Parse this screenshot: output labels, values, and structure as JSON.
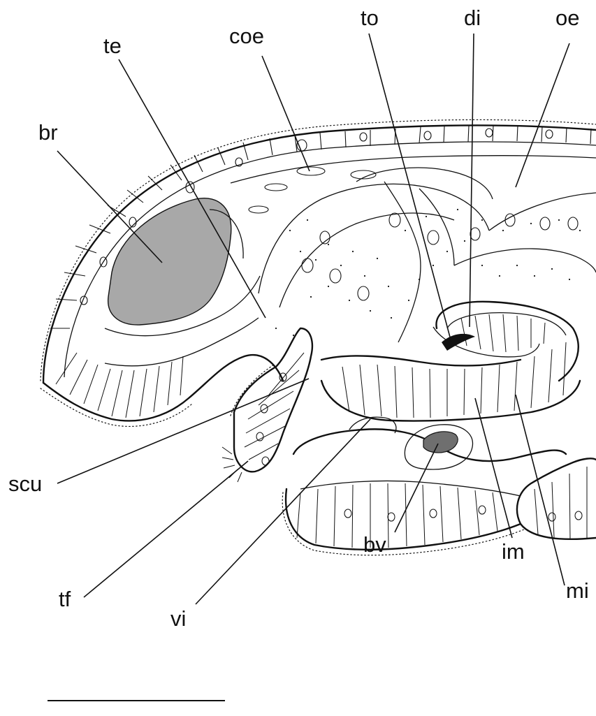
{
  "labels": {
    "te": "te",
    "coe": "coe",
    "to": "to",
    "di": "di",
    "oe": "oe",
    "br": "br",
    "scu": "scu",
    "tf": "tf",
    "vi": "vi",
    "bv": "bv",
    "im": "im",
    "mi": "mi"
  },
  "colors": {
    "ink": "#111111",
    "br_fill": "#a8a8a8",
    "bv_fill": "#6f6f6f",
    "background": "#ffffff"
  }
}
